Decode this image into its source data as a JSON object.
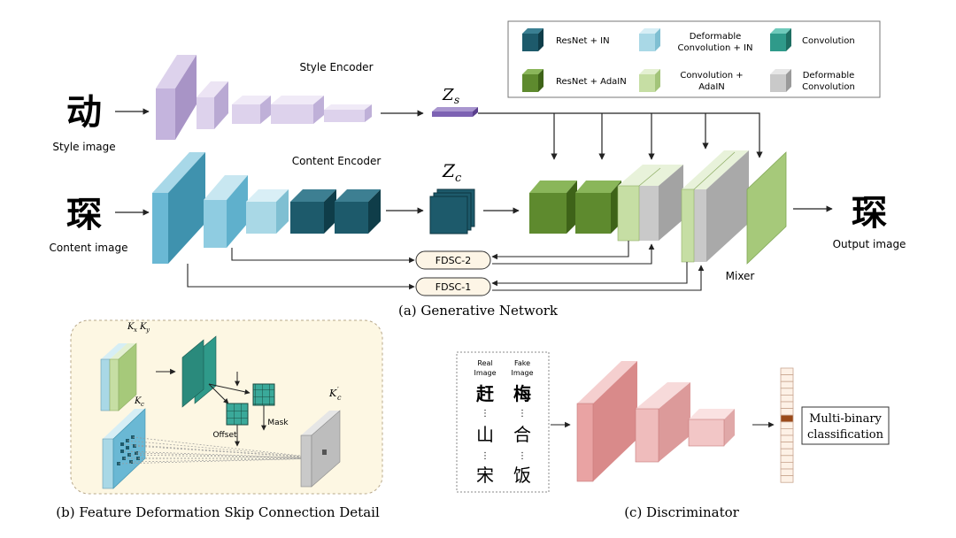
{
  "legend": {
    "resnet_in": "ResNet + IN",
    "deform_conv_in_1": "Deformable",
    "deform_conv_in_2": "Convolution + IN",
    "convolution": "Convolution",
    "resnet_adain": "ResNet + AdaIN",
    "conv_adain_1": "Convolution +",
    "conv_adain_2": "AdaIN",
    "deform_conv_1": "Deformable",
    "deform_conv_2": "Convolution"
  },
  "generative": {
    "style_encoder": "Style Encoder",
    "content_encoder": "Content Encoder",
    "style_char": "动",
    "style_label": "Style image",
    "content_char": "琛",
    "content_label": "Content image",
    "output_char": "琛",
    "output_label": "Output image",
    "zs_base": "Z",
    "zs_sub": "s",
    "zc_base": "Z",
    "zc_sub": "c",
    "fdsc2": "FDSC-2",
    "fdsc1": "FDSC-1",
    "mixer": "Mixer",
    "caption": "(a) Generative Network"
  },
  "fdsc_detail": {
    "kx": "K",
    "kx_sub": "x",
    "ky": "K",
    "ky_sub": "y",
    "kc": "K",
    "kc_sub": "c",
    "kc_prime": "K",
    "kc_prime_sub": "c",
    "offset": "Offset",
    "mask": "Mask",
    "caption": "(b) Feature Deformation Skip Connection Detail"
  },
  "discriminator": {
    "real_1": "Real",
    "real_2": "Image",
    "fake_1": "Fake",
    "fake_2": "Image",
    "real_chars": [
      "赶",
      "山",
      "宋"
    ],
    "fake_chars": [
      "梅",
      "合",
      "饭"
    ],
    "vdots": "⋮",
    "output_1": "Multi-binary",
    "output_2": "classification",
    "caption": "(c) Discriminator"
  },
  "colors": {
    "style_purple": "#c4b4dd",
    "content_blue": "#6ab8d4",
    "light_blue": "#a9d8e6",
    "dark_teal": "#1d5a6b",
    "conv_teal": "#2f9a8a",
    "resnet_adain_green": "#5e8a2e",
    "light_green": "#c6dea4",
    "gray": "#c9c9c9",
    "disc_pink": "#e9a3a3",
    "panel_bg": "#fdf7e3",
    "highlight": "#9a4a1a"
  }
}
